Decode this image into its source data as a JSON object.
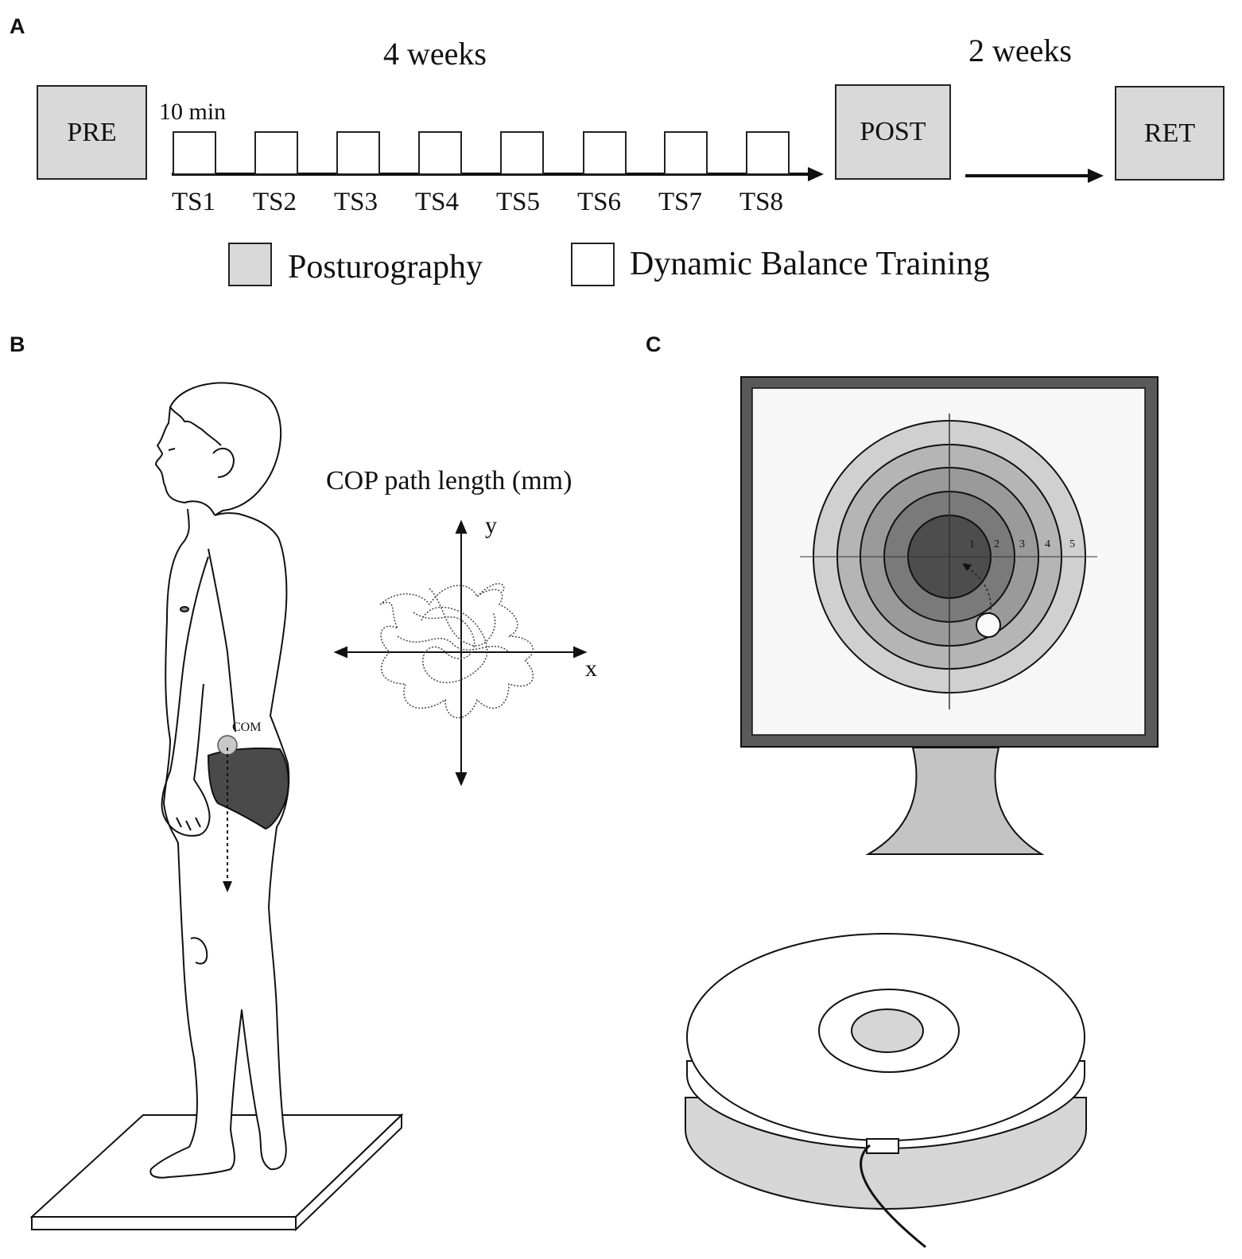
{
  "panels": {
    "a": {
      "letter": "A",
      "duration_training": "4 weeks",
      "duration_retention": "2 weeks",
      "session_length": "10 min",
      "boxes": {
        "pre": "PRE",
        "post": "POST",
        "ret": "RET"
      },
      "sessions": [
        "TS1",
        "TS2",
        "TS3",
        "TS4",
        "TS5",
        "TS6",
        "TS7",
        "TS8"
      ],
      "legend": {
        "posturography": "Posturography",
        "training": "Dynamic Balance Training"
      }
    },
    "b": {
      "letter": "B",
      "cop_title": "COP path length (mm)",
      "axis_x": "x",
      "axis_y": "y",
      "com_label": "COM"
    },
    "c": {
      "letter": "C",
      "ring_numbers": [
        "1",
        "2",
        "3",
        "4",
        "5"
      ]
    }
  },
  "colors": {
    "box_fill": "#d9d9d9",
    "shorts": "#4a4a4a",
    "monitor_frame": "#595959",
    "target_ring_1": "#4d4d4d",
    "target_ring_2": "#7a7a7a",
    "target_ring_3": "#9a9a9a",
    "target_ring_4": "#b5b5b5",
    "target_ring_5": "#d0d0d0"
  }
}
